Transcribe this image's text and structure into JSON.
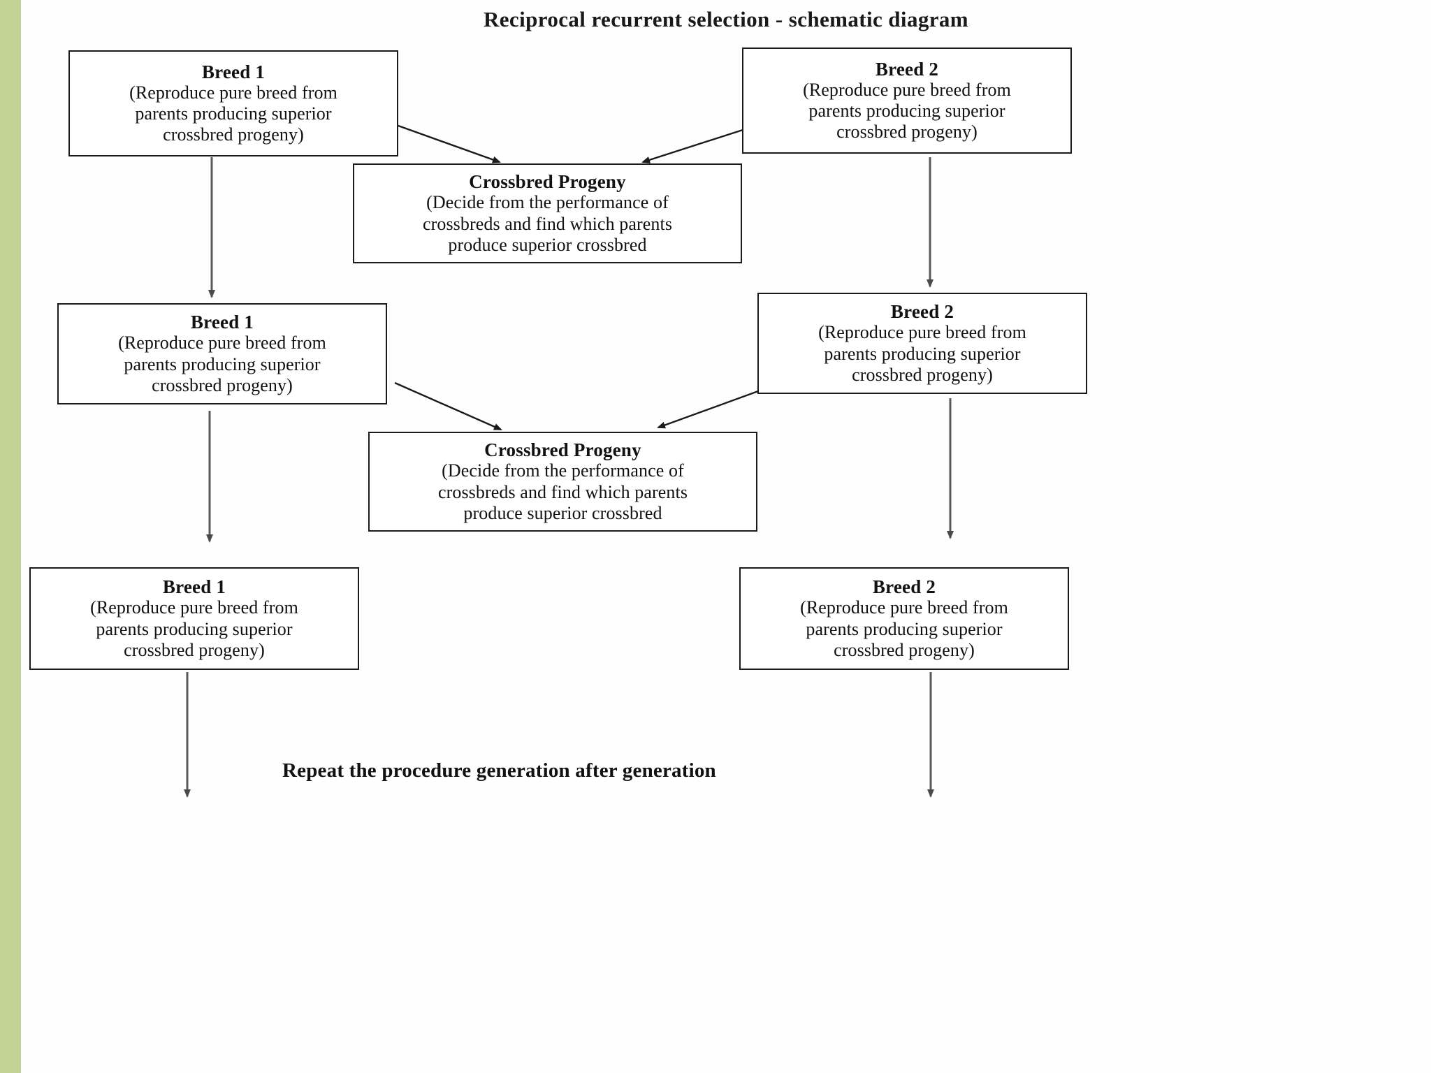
{
  "page": {
    "title": "Reciprocal recurrent selection - schematic diagram",
    "accent_color": "#c3d395",
    "background_color": "#fefefe",
    "line_color": "#1a1a1a",
    "text_color": "#111111"
  },
  "boxes": {
    "breed1_gen1": {
      "heading": "Breed 1",
      "line1": "(Reproduce pure breed from",
      "line2": "parents producing superior",
      "line3": "crossbred progeny)"
    },
    "breed2_gen1": {
      "heading": "Breed 2",
      "line1": "(Reproduce pure breed from",
      "line2": "parents producing superior",
      "line3": "crossbred progeny)"
    },
    "crossbred_gen1": {
      "heading": "Crossbred Progeny",
      "line1": "(Decide from the performance of",
      "line2": "crossbreds and find which parents",
      "line3": "produce superior crossbred"
    },
    "breed1_gen2": {
      "heading": "Breed 1",
      "line1": "(Reproduce pure breed from",
      "line2": "parents producing superior",
      "line3": "crossbred progeny)"
    },
    "breed2_gen2": {
      "heading": "Breed 2",
      "line1": "(Reproduce pure breed from",
      "line2": "parents producing superior",
      "line3": "crossbred progeny)"
    },
    "crossbred_gen2": {
      "heading": "Crossbred Progeny",
      "line1": "(Decide from the performance of",
      "line2": "crossbreds and find which parents",
      "line3": "produce superior crossbred"
    },
    "breed1_gen3": {
      "heading": "Breed 1",
      "line1": "(Reproduce pure breed from",
      "line2": "parents producing superior",
      "line3": "crossbred progeny)"
    },
    "breed2_gen3": {
      "heading": "Breed 2",
      "line1": "(Reproduce pure breed from",
      "line2": "parents producing superior",
      "line3": "crossbred progeny)"
    }
  },
  "footer": {
    "note": "Repeat the procedure generation after generation"
  }
}
